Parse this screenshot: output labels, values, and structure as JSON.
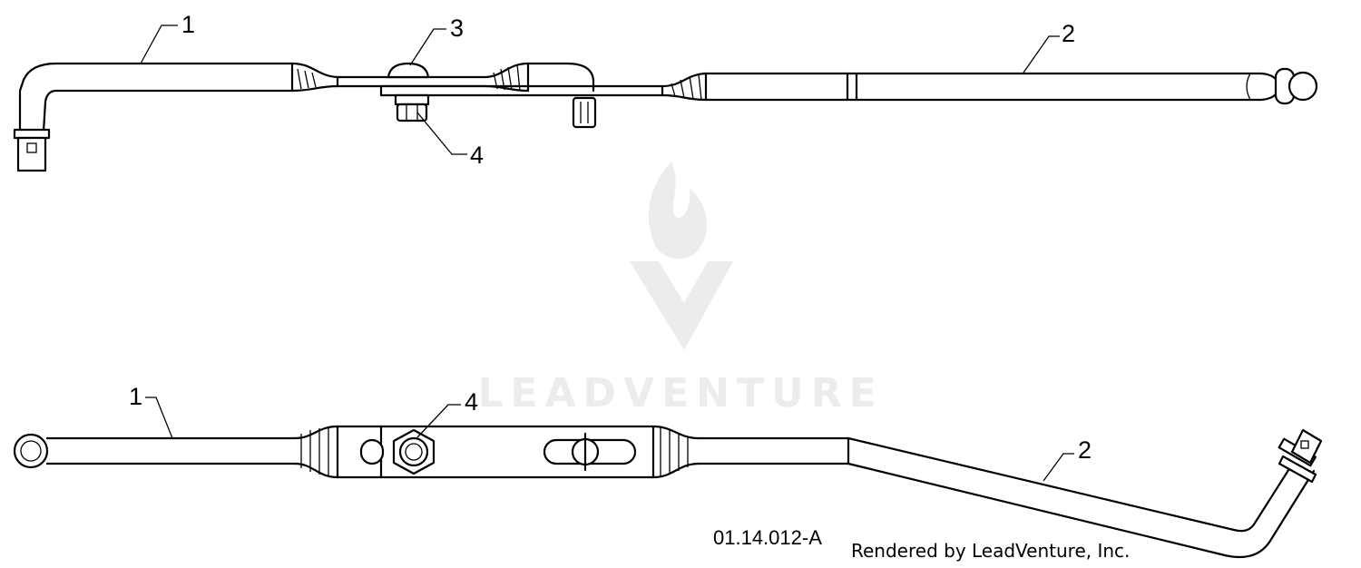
{
  "callouts": {
    "top_1": "1",
    "top_2": "2",
    "top_3": "3",
    "top_4": "4",
    "bottom_1": "1",
    "bottom_4": "4",
    "bottom_2": "2"
  },
  "footer": {
    "drawing_code": "01.14.012-A",
    "credit": "Rendered by LeadVenture, Inc."
  },
  "watermark": {
    "text": "LEADVENTURE"
  }
}
